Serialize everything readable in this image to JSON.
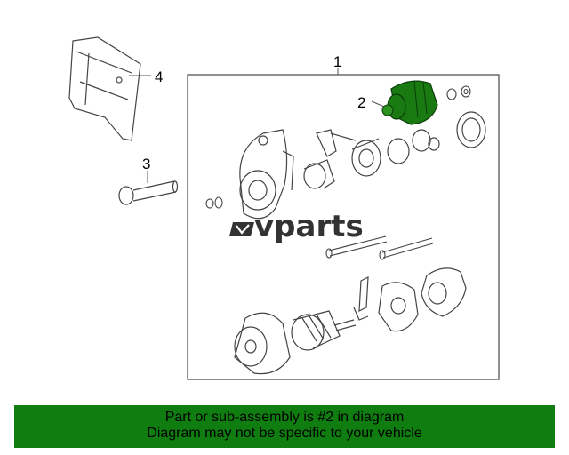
{
  "callouts": [
    "1",
    "2",
    "3",
    "4"
  ],
  "watermark": "vparts",
  "banner": {
    "line1": "Part or sub-assembly is #2 in diagram",
    "line2": "Diagram may not be specific to your vehicle"
  },
  "colors": {
    "highlight": "#1a7a12",
    "banner_bg": "#0f7d0f",
    "line": "#555555"
  }
}
